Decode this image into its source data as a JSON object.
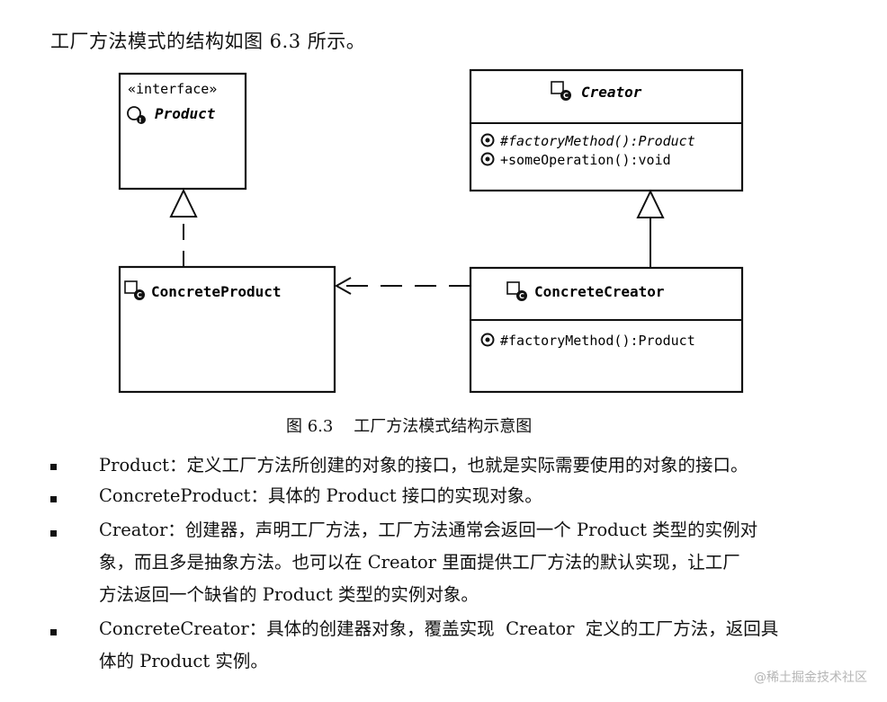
{
  "intro_text": "工厂方法模式的结构如图 6.3 所示。",
  "diagram": {
    "product": {
      "stereotype": "«interface»",
      "name": "Product"
    },
    "creator": {
      "name": "Creator",
      "members": [
        "#factoryMethod():Product",
        "+someOperation():void"
      ]
    },
    "concrete_product": {
      "name": "ConcreteProduct"
    },
    "concrete_creator": {
      "name": "ConcreteCreator",
      "members": [
        "#factoryMethod():Product"
      ]
    },
    "icons": [
      "interface-icon",
      "class-icon",
      "operation-icon"
    ]
  },
  "caption": "图 6.3    工厂方法模式结构示意图",
  "bullets": [
    {
      "lines": [
        "Product：定义工厂方法所创建的对象的接口，也就是实际需要使用的对象的接口。"
      ]
    },
    {
      "lines": [
        "ConcreteProduct：具体的 Product 接口的实现对象。"
      ]
    },
    {
      "lines": [
        "Creator：创建器，声明工厂方法，工厂方法通常会返回一个 Product 类型的实例对",
        "象，而且多是抽象方法。也可以在 Creator 里面提供工厂方法的默认实现，让工厂",
        "方法返回一个缺省的 Product 类型的实例对象。"
      ]
    },
    {
      "lines": [
        "ConcreteCreator：具体的创建器对象，覆盖实现  Creator  定义的工厂方法，返回具",
        "体的 Product 实例。"
      ]
    }
  ],
  "watermark": "@稀土掘金技术社区"
}
